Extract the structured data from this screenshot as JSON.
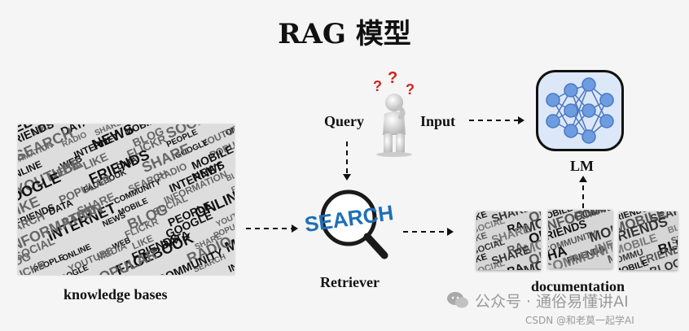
{
  "title": "RAG 模型",
  "nodes": {
    "knowledge": "knowledge bases",
    "query": "Query",
    "input": "Input",
    "retriever": "Retriever",
    "search_word": "SEARCH",
    "lm": "LM",
    "documentation": "documentation"
  },
  "wordcloud": {
    "words": [
      "WEB",
      "LIKE",
      "DATA",
      "SHARE",
      "MOBILE",
      "SOCIAL",
      "ONLINE",
      "MEDIA",
      "FRIENDS",
      "RADIO",
      "NEWS",
      "BLOG",
      "PEOPLE",
      "YOUTUBE",
      "FACEBOOK",
      "SEARCH",
      "INTERNET",
      "FLICKR",
      "GOOGLE",
      "POPULAR",
      "COMMUNITY",
      "INFORMATION"
    ]
  },
  "doc_images": [
    {
      "words": [
        "LIKE",
        "SHARE",
        "ONLINE",
        "SOCIAL",
        "RA",
        "MOBILE"
      ]
    },
    {
      "words": [
        "MOBILE",
        "COMMUNITY",
        "INFORMATI",
        "SHA",
        "FRIENDS"
      ]
    },
    {
      "words": [
        "FRIENDS",
        "SEARCH",
        "MOBILE",
        "BLOG",
        "COMMU"
      ]
    }
  ],
  "watermark": {
    "line1": "公众号 · 通俗易懂讲AI",
    "line2": "CSDN @和老莫一起学AI"
  },
  "colors": {
    "arrow": "#111111",
    "lm_bg": "#dce7f7",
    "lm_node": "#6d9de0",
    "lm_edge": "#4a78c2",
    "search_blue": "#1f6fb6",
    "question_red": "#d42020"
  },
  "icons": [
    "thinking-person-icon",
    "magnifier-icon",
    "neural-network-icon",
    "wechat-icon"
  ]
}
